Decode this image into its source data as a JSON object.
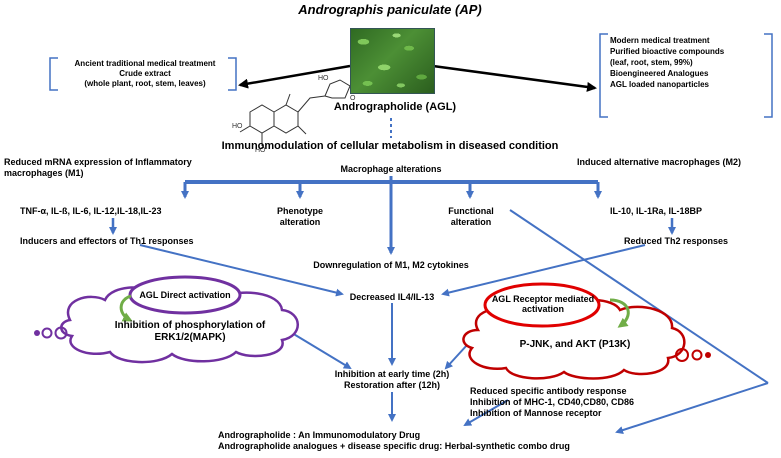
{
  "title": "Andrographis paniculate (AP)",
  "left_box": {
    "lines": [
      "Ancient traditional medical treatment",
      "Crude extract",
      "(whole plant, root, stem, leaves)"
    ]
  },
  "right_box": {
    "lines": [
      "Modern medical treatment",
      "Purified bioactive compounds",
      "(leaf, root, stem, 99%)",
      "Bioengineered Analogues",
      "AGL loaded nanoparticles"
    ]
  },
  "agl_label": "Andrographolide (AGL)",
  "immunomodulation": "Immunomodulation of cellular metabolism in diseased condition",
  "m1_heading": [
    "Reduced mRNA expression of Inflammatory",
    "macrophages (M1)"
  ],
  "macrophage_alterations": "Macrophage alterations",
  "m2_heading": "Induced alternative macrophages (M2)",
  "cytokines_m1": "TNF-α, IL-ß, IL-6, IL-12,IL-18,IL-23",
  "phenotype": [
    "Phenotype",
    "alteration"
  ],
  "functional": [
    "Functional",
    "alteration"
  ],
  "cytokines_m2": "IL-10, IL-1Ra, IL-18BP",
  "th1": "Inducers and effectors of Th1 responses",
  "th2": "Reduced Th2 responses",
  "downregulation": "Downregulation of M1, M2 cytokines",
  "decreased": "Decreased IL4/IL-13",
  "direct_activation": "AGL Direct activation",
  "receptor_activation": [
    "AGL Receptor mediated",
    "activation"
  ],
  "erk": [
    "Inhibition of phosphorylation of",
    "ERK1/2(MAPK)"
  ],
  "jnk": "P-JNK, and AKT (P13K)",
  "inhibition_time": [
    "Inhibition at early time (2h)",
    "Restoration after (12h)"
  ],
  "antibody": [
    "Reduced specific antibody response",
    "Inhibition of MHC-1, CD40,CD80,  CD86",
    "Inhibition of Mannose receptor"
  ],
  "conclusion": [
    "Andrographolide : An Immunomodulatory Drug",
    "Andrographolide analogues + disease specific drug:  Herbal-synthetic combo drug"
  ],
  "colors": {
    "arrow": "#4472c4",
    "purple": "#7030a0",
    "red": "#c00000",
    "green": "#70ad47"
  },
  "icons": [
    "plant-photo",
    "agl-molecule",
    "purple-cloud",
    "red-cloud"
  ]
}
